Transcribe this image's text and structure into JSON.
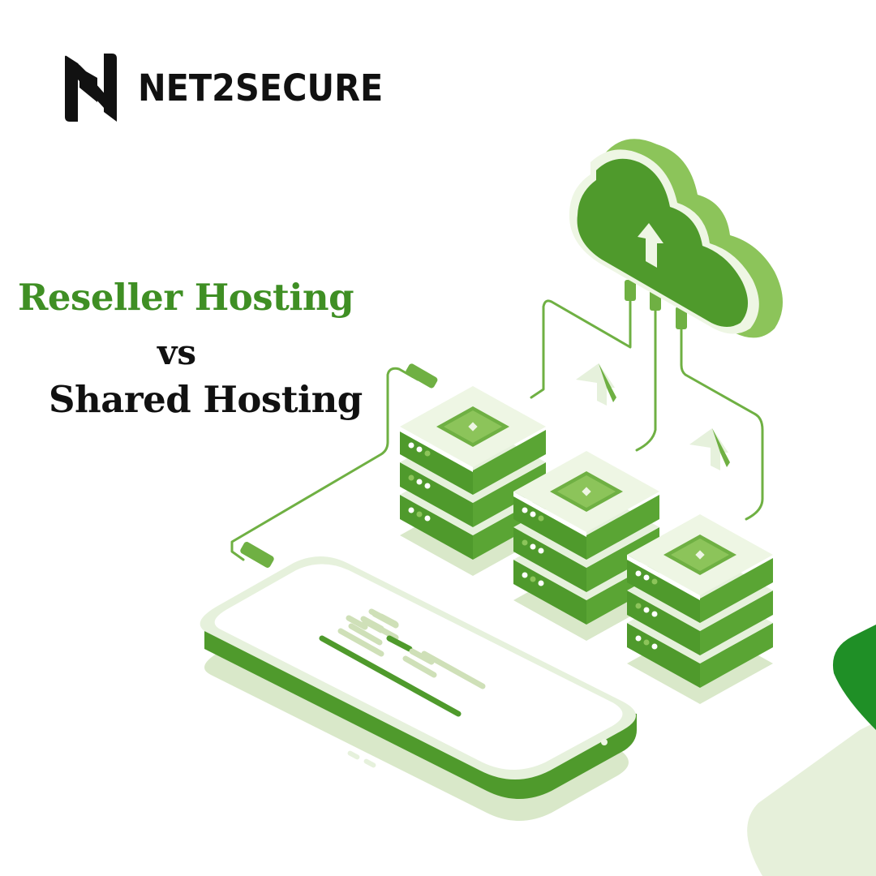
{
  "brand": {
    "name": "NET2SECURE",
    "logo_icon": "n-monogram-icon"
  },
  "headline": {
    "line1": "Reseller Hosting",
    "line2": "vs",
    "line3": "Shared Hosting"
  },
  "illustration": {
    "elements": [
      "cloud-upload-icon",
      "server-stack-icon",
      "server-stack-icon",
      "server-stack-icon",
      "upload-arrow-icon",
      "upload-arrow-icon",
      "smartphone-icon",
      "network-cable"
    ]
  },
  "colors": {
    "headline_accent": "#3f8f24",
    "text_dark": "#111111",
    "green_primary": "#4f9a2c",
    "green_light": "#7fbf4f",
    "green_pale": "#e6f1dc",
    "corner_accent": "#1f8f26"
  }
}
